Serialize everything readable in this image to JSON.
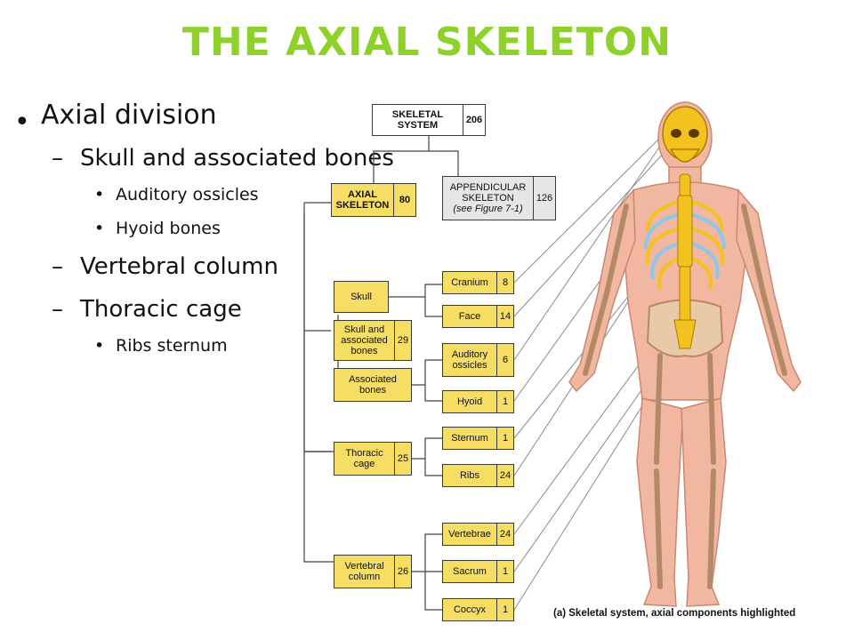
{
  "title": "THE AXIAL SKELETON",
  "colors": {
    "title": "#8ed12a",
    "axial_box": "#f6dd63",
    "bone": "#f4c21e",
    "skin": "#f2b7a0",
    "rib_blue": "#8ec7e8"
  },
  "bullets": {
    "main": "Axial division",
    "skull": "Skull and associated bones",
    "auditory": "Auditory ossicles",
    "hyoid": "Hyoid bones",
    "vertebral": "Vertebral column",
    "thoracic": "Thoracic cage",
    "ribs": "Ribs sternum"
  },
  "diagram": {
    "skeletal_system": {
      "label": "SKELETAL SYSTEM",
      "count": "206"
    },
    "axial": {
      "label": "AXIAL SKELETON",
      "count": "80"
    },
    "appendicular": {
      "label": "APPENDICULAR SKELETON",
      "note": "(see Figure 7-1)",
      "count": "126"
    },
    "skull": {
      "label": "Skull"
    },
    "skull_assoc": {
      "label": "Skull and associated bones",
      "count": "29"
    },
    "assoc": {
      "label": "Associated bones"
    },
    "thoracic": {
      "label": "Thoracic cage",
      "count": "25"
    },
    "vertebral": {
      "label": "Vertebral column",
      "count": "26"
    },
    "cranium": {
      "label": "Cranium",
      "count": "8"
    },
    "face": {
      "label": "Face",
      "count": "14"
    },
    "ossicles": {
      "label": "Auditory ossicles",
      "count": "6"
    },
    "hyoid": {
      "label": "Hyoid",
      "count": "1"
    },
    "sternum": {
      "label": "Sternum",
      "count": "1"
    },
    "ribs": {
      "label": "Ribs",
      "count": "24"
    },
    "vertebrae": {
      "label": "Vertebrae",
      "count": "24"
    },
    "sacrum": {
      "label": "Sacrum",
      "count": "1"
    },
    "coccyx": {
      "label": "Coccyx",
      "count": "1"
    }
  },
  "caption": "(a) Skeletal system, axial components highlighted"
}
